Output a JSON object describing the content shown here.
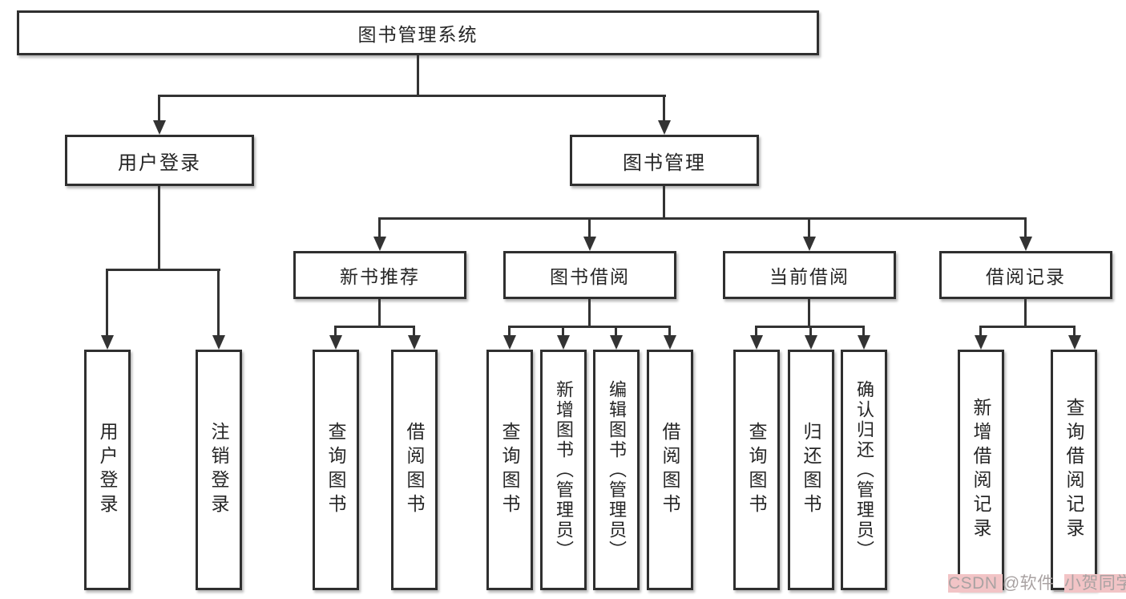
{
  "diagram": {
    "type": "tree",
    "nodes": {
      "root": {
        "label": "图书管理系统"
      },
      "user_login": {
        "label": "用户登录"
      },
      "book_mgmt": {
        "label": "图书管理"
      },
      "new_book_rec": {
        "label": "新书推荐"
      },
      "book_borrow": {
        "label": "图书借阅"
      },
      "current_borrow": {
        "label": "当前借阅"
      },
      "borrow_record": {
        "label": "借阅记录"
      },
      "leaf_user_login": {
        "label": "用户登录"
      },
      "leaf_logout": {
        "label": "注销登录"
      },
      "leaf_query_book_1": {
        "label": "查询图书"
      },
      "leaf_borrow_book_1": {
        "label": "借阅图书"
      },
      "leaf_query_book_2": {
        "label": "查询图书"
      },
      "leaf_add_book": {
        "label": "新增图书（管理员）"
      },
      "leaf_edit_book": {
        "label": "编辑图书（管理员）"
      },
      "leaf_borrow_book_2": {
        "label": "借阅图书"
      },
      "leaf_query_book_3": {
        "label": "查询图书"
      },
      "leaf_return_book": {
        "label": "归还图书"
      },
      "leaf_confirm_return": {
        "label": "确认归还（管理员）"
      },
      "leaf_add_record": {
        "label": "新增借阅记录"
      },
      "leaf_query_record": {
        "label": "查询借阅记录"
      }
    },
    "edges": [
      [
        "图书管理系统",
        "用户登录"
      ],
      [
        "图书管理系统",
        "图书管理"
      ],
      [
        "用户登录",
        "用户登录"
      ],
      [
        "用户登录",
        "注销登录"
      ],
      [
        "图书管理",
        "新书推荐"
      ],
      [
        "图书管理",
        "图书借阅"
      ],
      [
        "图书管理",
        "当前借阅"
      ],
      [
        "图书管理",
        "借阅记录"
      ],
      [
        "新书推荐",
        "查询图书"
      ],
      [
        "新书推荐",
        "借阅图书"
      ],
      [
        "图书借阅",
        "查询图书"
      ],
      [
        "图书借阅",
        "新增图书（管理员）"
      ],
      [
        "图书借阅",
        "编辑图书（管理员）"
      ],
      [
        "图书借阅",
        "借阅图书"
      ],
      [
        "当前借阅",
        "查询图书"
      ],
      [
        "当前借阅",
        "归还图书"
      ],
      [
        "当前借阅",
        "确认归还（管理员）"
      ],
      [
        "借阅记录",
        "新增借阅记录"
      ],
      [
        "借阅记录",
        "查询借阅记录"
      ]
    ]
  },
  "watermark": {
    "part1": "CSDN ",
    "part2": "@软件_",
    "part3": "小贺同学"
  },
  "colors": {
    "background": "#ffffff",
    "line": "#333333",
    "border": "#2f2f2f",
    "text": "#262626",
    "watermark_text": "#a9a2a2",
    "watermark_highlight": "#f2c4c6"
  }
}
